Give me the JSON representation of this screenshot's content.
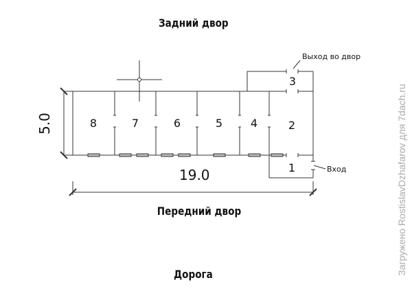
{
  "title_top": "Задний двор",
  "title_front": "Передний двор",
  "title_road": "Дорога",
  "dim_width": "19.0",
  "dim_height": "5.0",
  "label_exit": "Выход во двор",
  "label_entry": "Вход",
  "rooms": [
    "1",
    "2",
    "3",
    "4",
    "5",
    "6",
    "7",
    "8"
  ],
  "watermark": "Загружено RostislavDzhafarov для 7dach.ru"
}
